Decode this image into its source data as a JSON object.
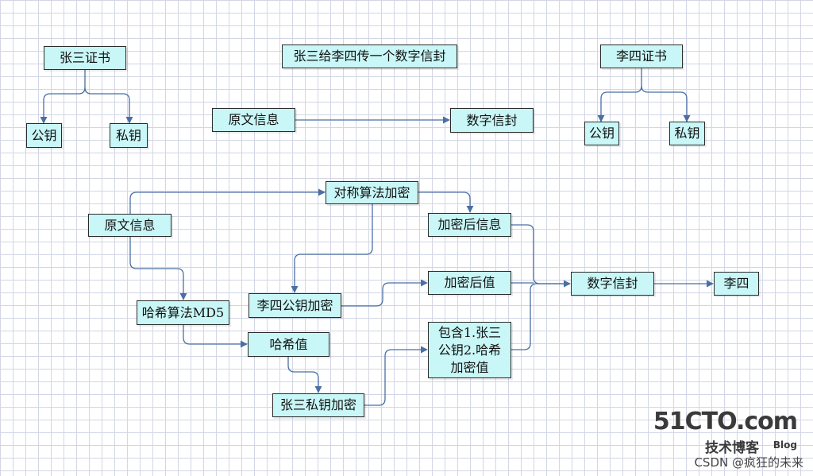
{
  "nodes": {
    "zs_cert": "张三证书",
    "zs_pub": "公钥",
    "zs_priv": "私钥",
    "title": "张三给李四传一个数字信封",
    "top_plain": "原文信息",
    "top_envelope": "数字信封",
    "ls_cert": "李四证书",
    "ls_pub": "公钥",
    "ls_priv": "私钥",
    "plain": "原文信息",
    "sym_encrypt": "对称算法加密",
    "encrypted_info": "加密后信息",
    "hash_md5": "哈希算法MD5",
    "ls_pub_encrypt": "李四公钥加密",
    "encrypted_value": "加密后值",
    "hash_value": "哈希值",
    "bundle": "包含1.张三\n公钥2.哈希\n加密值",
    "zs_priv_encrypt": "张三私钥加密",
    "envelope": "数字信封",
    "lisi": "李四"
  },
  "watermark": {
    "logo": "51CTO.com",
    "sub": "技术博客",
    "blog": "Blog",
    "csdn": "CSDN @疯狂的未来"
  },
  "colors": {
    "node_fill": "#c9f6f6",
    "node_border": "#2b2b2b",
    "connector": "#4a6fa5"
  }
}
